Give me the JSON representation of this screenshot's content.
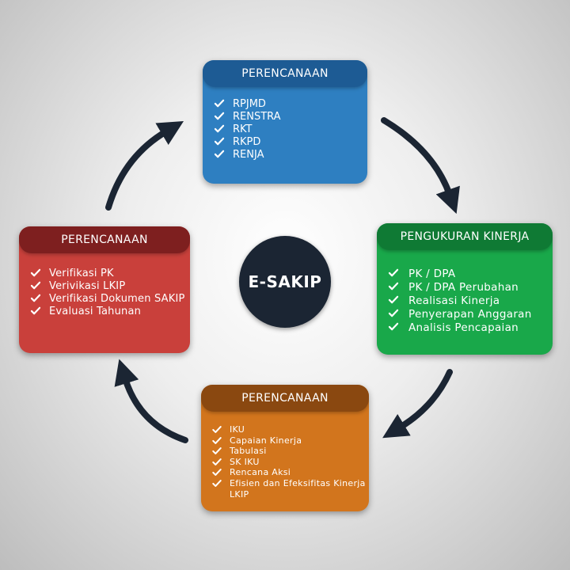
{
  "center": {
    "label": "E-SAKIP"
  },
  "cards": {
    "top": {
      "title": "PERENCANAAN",
      "color": "#2e7fc1",
      "items": [
        "RPJMD",
        "RENSTRA",
        "RKT",
        "RKPD",
        "RENJA"
      ]
    },
    "right": {
      "title": "PENGUKURAN KINERJA",
      "color": "#19a84a",
      "items": [
        "PK / DPA",
        "PK / DPA Perubahan",
        "Realisasi Kinerja",
        "Penyerapan Anggaran",
        "Analisis Pencapaian"
      ]
    },
    "bottom": {
      "title": "PERENCANAAN",
      "color": "#d2751d",
      "items": [
        "IKU",
        "Capaian Kinerja",
        "Tabulasi",
        "SK IKU",
        "Rencana Aksi",
        "Efisien dan Efeksifitas Kinerja LKIP"
      ]
    },
    "left": {
      "title": "PERENCANAAN",
      "color": "#c9403b",
      "items": [
        "Verifikasi PK",
        "Verivikasi LKIP",
        "Verifikasi Dokumen SAKIP",
        "Evaluasi Tahunan"
      ]
    }
  },
  "arrow_color": "#1b2533",
  "icons": {
    "item": "check-icon",
    "cycle": "curved-arrow-icon"
  }
}
